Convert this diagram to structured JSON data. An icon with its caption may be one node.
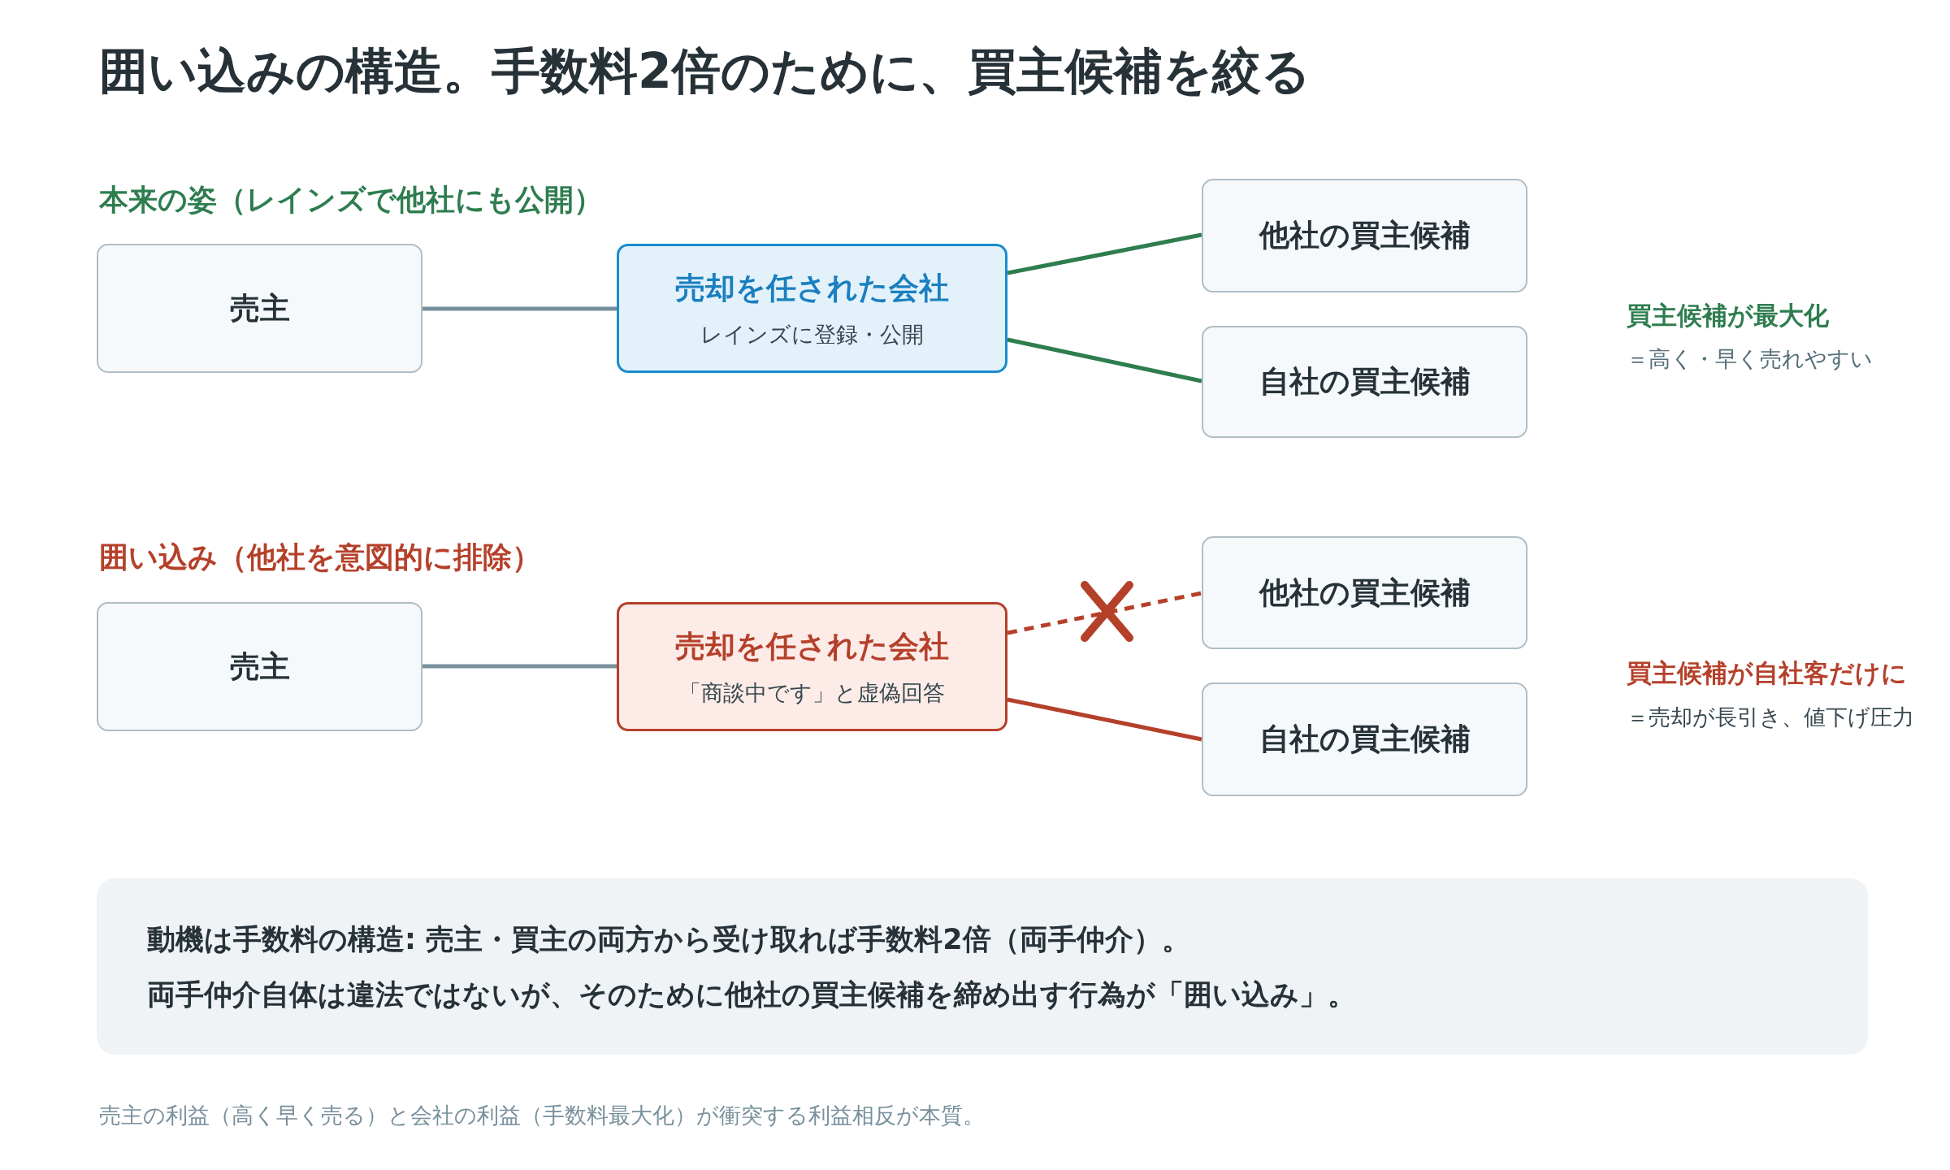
{
  "diagram": {
    "title": "囲い込みの構造。手数料2倍のために、買主候補を絞る",
    "nodes": [
      {
        "text": [
          "売主"
        ]
      },
      {
        "text": [
          "売却を任された会社",
          "レインズに登録・公開"
        ]
      },
      {
        "text": [
          "他社の買主候補"
        ]
      },
      {
        "text": [
          "自社の買主候補"
        ]
      },
      {
        "text": [
          "売主"
        ]
      },
      {
        "text": [
          "売却を任された会社",
          "「商談中です」と虚偽回答"
        ]
      },
      {
        "text": [
          "他社の買主候補"
        ]
      },
      {
        "text": [
          "自社の買主候補"
        ]
      },
      {
        "text": [
          "動機は手数料の構造: 売主・買主の両方から受け取れば手数料2倍（両手仲介）。",
          "両手仲介自体は違法ではないが、そのために他社の買主候補を締め出す行為が「囲い込み」。"
        ]
      }
    ],
    "edges": [
      {
        "from": 0,
        "to": 1,
        "arrow": "none",
        "color": "#78909c"
      },
      {
        "from": 1,
        "to": 2,
        "arrow": "none",
        "color": "#2e7d4f"
      },
      {
        "from": 1,
        "to": 3,
        "arrow": "none",
        "color": "#2e7d4f"
      },
      {
        "from": 4,
        "to": 5,
        "arrow": "none",
        "color": "#78909c"
      },
      {
        "from": 5,
        "to": 6,
        "arrow": "none",
        "style": "dashed",
        "color": "#b5402a"
      },
      {
        "from": 5,
        "to": 7,
        "arrow": "none",
        "color": "#b5402a"
      }
    ],
    "labels": [
      "本来の姿（レインズで他社にも公開）",
      "買主候補が最大化",
      "＝高く・早く売れやすい",
      "囲い込み（他社を意図的に排除）",
      "買主候補が自社客だけに",
      "＝売却が長引き、値下げ圧力",
      "売主の利益（高く早く売る）と会社の利益（手数料最大化）が衝突する利益相反が本質。"
    ]
  }
}
